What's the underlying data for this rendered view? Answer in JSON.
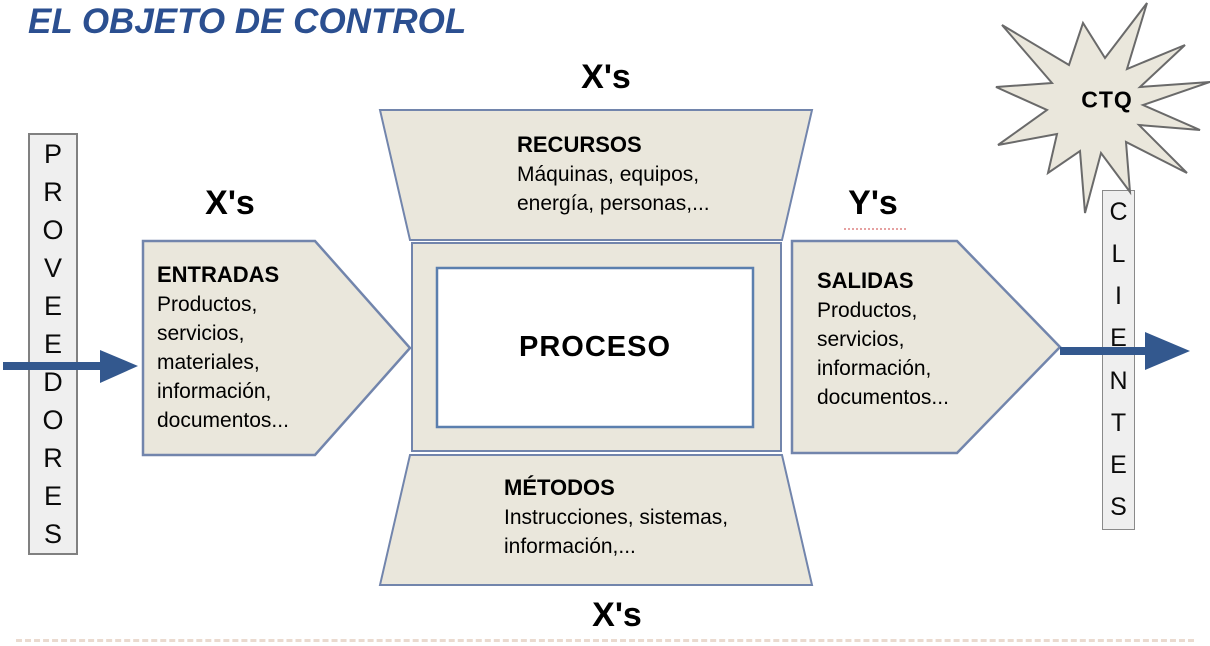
{
  "title": "EL OBJETO DE CONTROL",
  "labels": {
    "x_left": "X's",
    "x_top": "X's",
    "x_bottom": "X's",
    "y_right": "Y's",
    "ctq": "CTQ"
  },
  "proveedores": {
    "word": "PROVEEDORES",
    "letters": [
      "P",
      "R",
      "O",
      "V",
      "E",
      "E",
      "D",
      "O",
      "R",
      "E",
      "S"
    ]
  },
  "clientes": {
    "word": "CLIENTES",
    "letters": [
      "C",
      "L",
      "I",
      "E",
      "N",
      "T",
      "E",
      "S"
    ]
  },
  "entradas": {
    "heading": "ENTRADAS",
    "lines": [
      "Productos,",
      "servicios,",
      "materiales,",
      "información,",
      "documentos..."
    ]
  },
  "recursos": {
    "heading": "RECURSOS",
    "lines": [
      "Máquinas, equipos,",
      "energía, personas,..."
    ]
  },
  "proceso": {
    "heading": "PROCESO"
  },
  "metodos": {
    "heading": "MÉTODOS",
    "lines": [
      "Instrucciones, sistemas,",
      "información,..."
    ]
  },
  "salidas": {
    "heading": "SALIDAS",
    "lines": [
      "Productos,",
      "servicios,",
      "información,",
      "documentos..."
    ]
  },
  "colors": {
    "title_blue": "#2B4F90",
    "shape_fill_beige": "#EAE7DC",
    "shape_border_blue": "#7285AC",
    "inner_border_blue": "#5B7FAE",
    "bar_fill_gray": "#EFEFEF",
    "bar_border_gray": "#808080",
    "arrow_blue": "#33588E",
    "star_border_gray": "#6A6A6A"
  }
}
